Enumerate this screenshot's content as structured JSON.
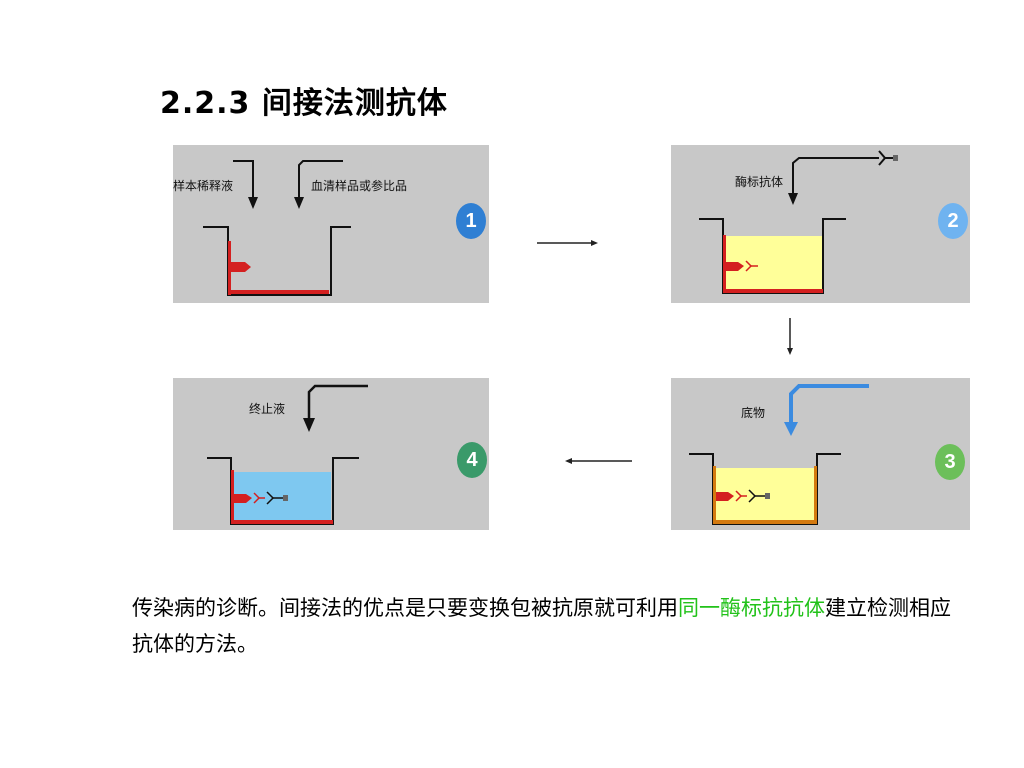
{
  "title": "2.2.3 间接法测抗体",
  "steps": [
    {
      "number": "1",
      "labels": [
        "样本稀释液",
        "血清样品或参比品"
      ],
      "badge_color": "#2f7fd3"
    },
    {
      "number": "2",
      "labels": [
        "酶标抗体"
      ],
      "badge_color": "#6fb3f0"
    },
    {
      "number": "3",
      "labels": [
        "底物"
      ],
      "badge_color": "#6cbf5a"
    },
    {
      "number": "4",
      "labels": [
        "终止液"
      ],
      "badge_color": "#3a9a6a"
    }
  ],
  "colors": {
    "panel_bg": "#c8c8c8",
    "red": "#d42020",
    "yellow": "#ffff99",
    "light_blue": "#7ec8f0",
    "arrow_blue": "#3b8be0",
    "highlight_green": "#22c21a"
  },
  "description": {
    "text_before": "传染病的诊断。间接法的优点是只要变换包被抗原就可利用",
    "highlight": "同一酶标抗抗体",
    "text_after": "建立检测相应抗体的方法。"
  }
}
